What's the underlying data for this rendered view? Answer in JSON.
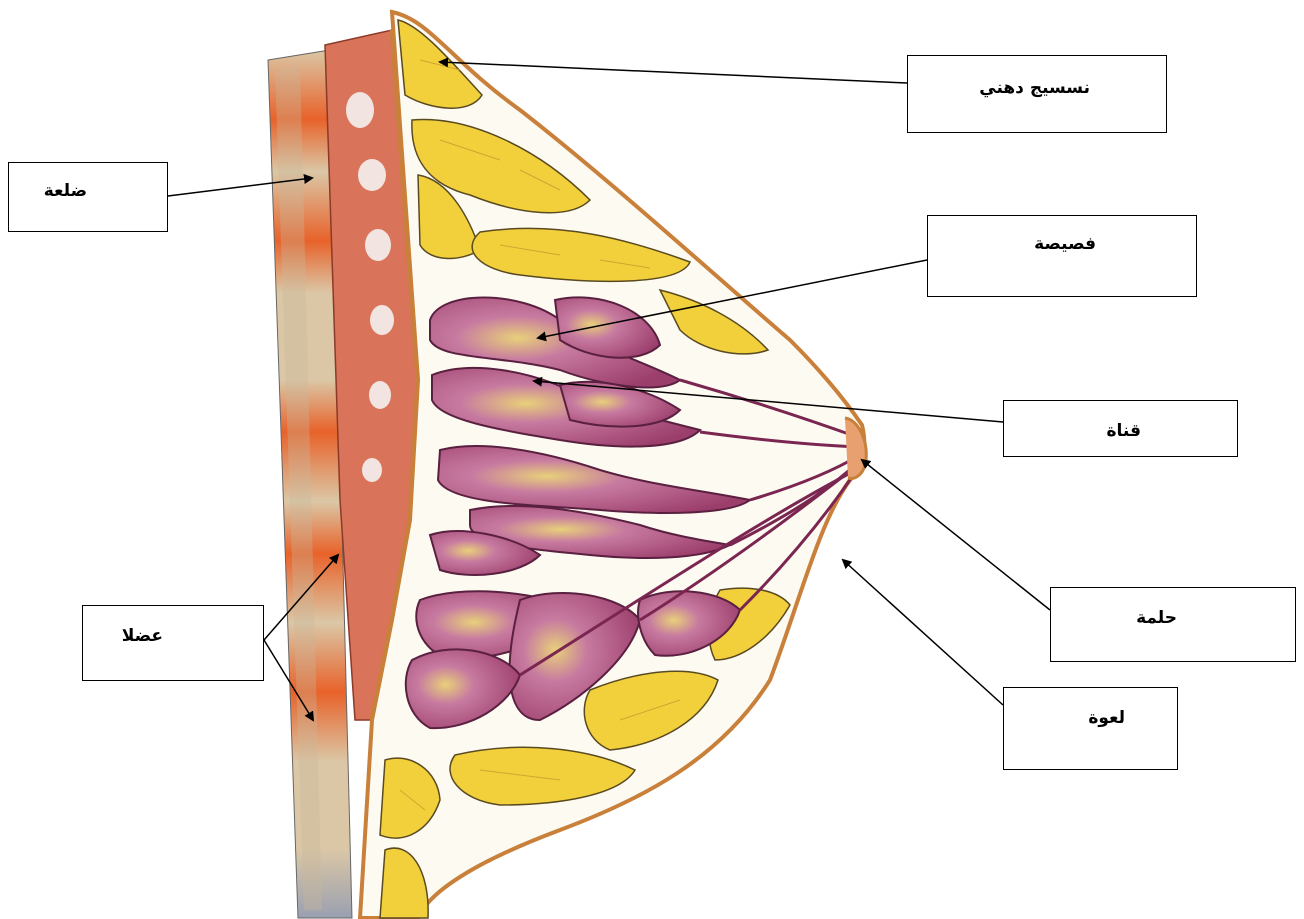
{
  "labels": {
    "fatty_tissue": "نسسيج دهني",
    "rib": "ضلعة",
    "lobule": "فصيصة",
    "duct": "قناة",
    "muscles": "عضلا",
    "nipple": "حلمة",
    "areola": "لعوة"
  },
  "colors": {
    "fat": "#f2d03c",
    "fat_septa": "#c89a2a",
    "lobule": "#b0507e",
    "lobule_dark": "#7a2650",
    "lobule_highlight": "#e6d47a",
    "muscle": "#d9735a",
    "rib_beige": "#dbc7a6",
    "rib_orange": "#e8622a",
    "skin_outline": "#c8803a",
    "arrow": "#000000"
  }
}
